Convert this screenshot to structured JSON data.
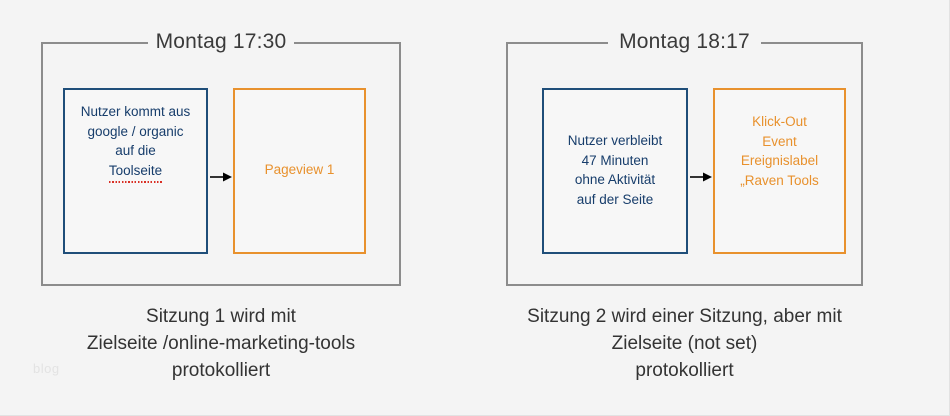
{
  "canvas": {
    "background": "#f4f4f4",
    "watermark": "blog"
  },
  "colors": {
    "frame_gray": "#8c8c8c",
    "node_blue": "#1f4e79",
    "node_blue_text": "#173d6b",
    "node_orange": "#e8912d",
    "arrow_black": "#000000",
    "caption_text": "#333333",
    "title_text": "#3a3a3a",
    "spellcheck_red": "#d93025"
  },
  "sessions": [
    {
      "id": "session-1",
      "title": "Montag 17:30",
      "source_node": {
        "type": "blue",
        "line1": "Nutzer kommt aus",
        "line2": "google / organic",
        "line3": "auf die",
        "line4": "Toolseite",
        "line4_has_spellcheck_underline": true
      },
      "arrow": "arrow-right",
      "target_node": {
        "type": "orange",
        "line1": "Pageview 1"
      },
      "caption": "Sitzung 1 wird mit\nZielseite /online-marketing-tools\nprotokolliert"
    },
    {
      "id": "session-2",
      "title": "Montag 18:17",
      "source_node": {
        "type": "blue",
        "line1": "Nutzer verbleibt",
        "line2": "47 Minuten",
        "line3": "ohne Aktivität",
        "line4": "auf der Seite",
        "line4_has_spellcheck_underline": false
      },
      "arrow": "arrow-right",
      "target_node": {
        "type": "orange",
        "line1": "Klick-Out",
        "line2": "Event",
        "line3": "Ereignislabel",
        "line4": "„Raven Tools"
      },
      "caption": "Sitzung 2 wird einer Sitzung, aber mit\nZielseite (not set)\nprotokolliert"
    }
  ]
}
